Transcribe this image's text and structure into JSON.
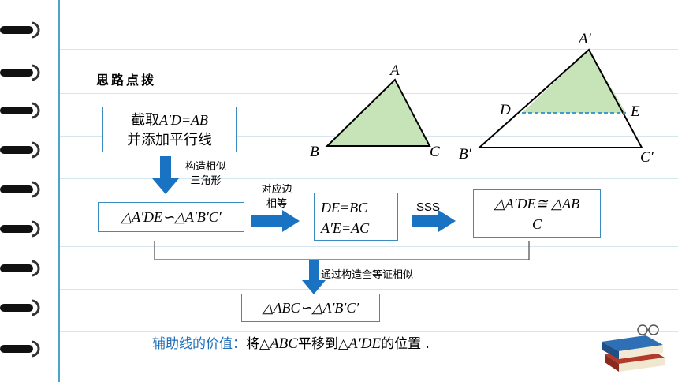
{
  "heading": "思路点拨",
  "step1": {
    "line1_prefix": "截取",
    "line1_math": "A′D=AB",
    "line2": "并添加平行线"
  },
  "arrow1_label": {
    "line1": "构造相似",
    "line2": "三角形"
  },
  "step2": "△A′DE∽△A′B′C′",
  "arrow2_label": {
    "line1": "对应边",
    "line2": "相等"
  },
  "step3": {
    "line1": "DE=BC",
    "line2": "A′E=AC"
  },
  "arrow3_label": "SSS",
  "step4": {
    "line1": "△A′DE≅ △AB",
    "line2": "C"
  },
  "arrow4_label": "通过构造全等证相似",
  "result": "△ABC∽△A′B′C′",
  "conclusion": {
    "label": "辅助线的价值：",
    "text_a": "将△",
    "math_a": "ABC",
    "text_b": "平移到△",
    "math_b": "A′DE",
    "text_c": "的位置 ."
  },
  "figure_small": {
    "A": "A",
    "B": "B",
    "C": "C"
  },
  "figure_large": {
    "A": "A′",
    "B": "B′",
    "C": "C′",
    "D": "D",
    "E": "E"
  },
  "colors": {
    "accent": "#3a8bc0",
    "arrow": "#1a73c2",
    "triangle_fill": "#c6e4b8",
    "conclusion_label": "#1f6fb8"
  }
}
